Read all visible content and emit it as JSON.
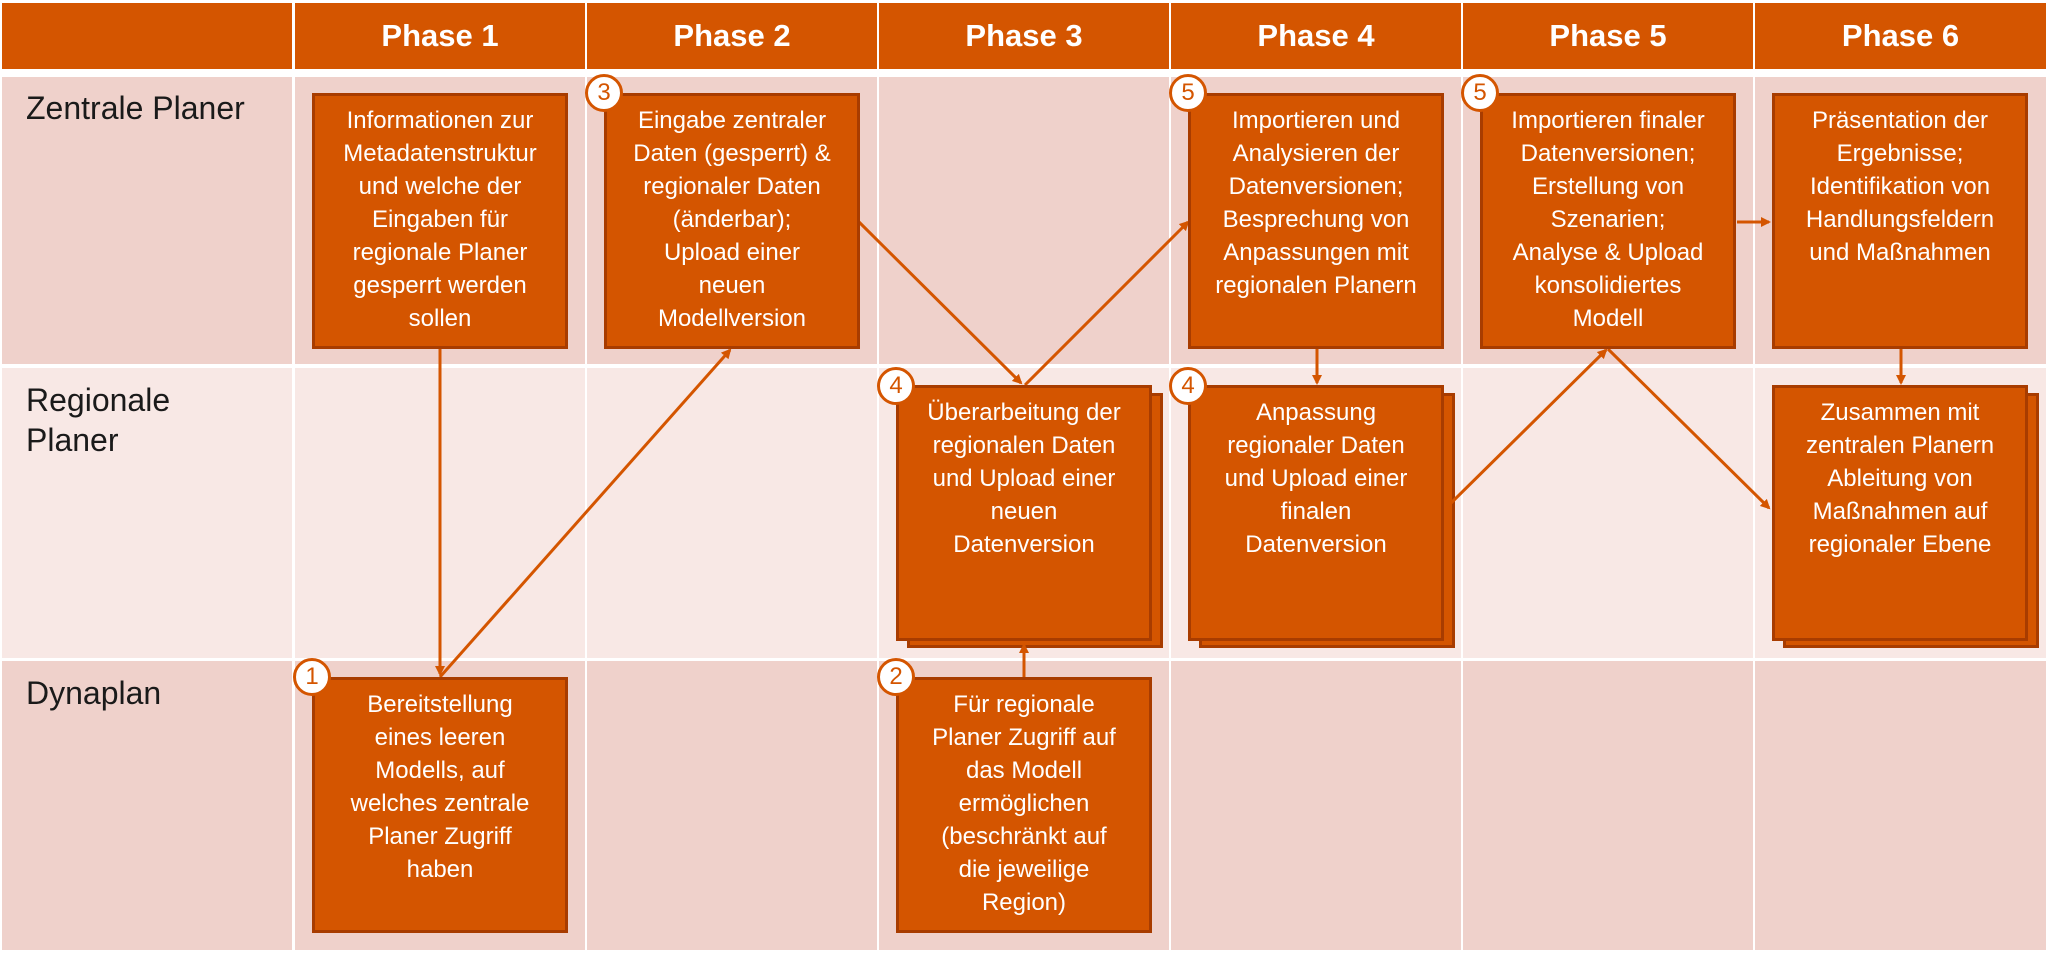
{
  "colors": {
    "accent": "#d45500",
    "lane_dark": "#efd1cb",
    "lane_light": "#f8e8e5"
  },
  "phases": [
    "Phase 1",
    "Phase 2",
    "Phase 3",
    "Phase 4",
    "Phase 5",
    "Phase 6"
  ],
  "lanes": [
    "Zentrale Planer",
    "Regionale\nPlaner",
    "Dynaplan"
  ],
  "steps": [
    {
      "id": "p1z",
      "badge": "",
      "text": "Informationen zur\nMetadatenstruktur\nund welche der\nEingaben für\nregionale Planer\ngesperrt werden\nsollen"
    },
    {
      "id": "p2z",
      "badge": "3",
      "text": "Eingabe zentraler\nDaten (gesperrt) &\nregionaler Daten\n(änderbar);\nUpload einer\nneuen\nModellversion"
    },
    {
      "id": "p4z",
      "badge": "5",
      "text": "Importieren und\nAnalysieren der\nDatenversionen;\nBesprechung von\nAnpassungen mit\nregionalen Planern"
    },
    {
      "id": "p5z",
      "badge": "5",
      "text": "Importieren finaler\nDatenversionen;\nErstellung von\nSzenarien;\nAnalyse & Upload\nkonsolidiertes\nModell"
    },
    {
      "id": "p6z",
      "badge": "",
      "text": "Präsentation der\nErgebnisse;\nIdentifikation von\nHandlungsfeldern\nund Maßnahmen"
    },
    {
      "id": "p3r",
      "badge": "4",
      "text": "Überarbeitung der\nregionalen Daten\nund Upload einer\nneuen\nDatenversion"
    },
    {
      "id": "p4r",
      "badge": "4",
      "text": "Anpassung\nregionaler Daten\nund Upload einer\nfinalen\nDatenversion"
    },
    {
      "id": "p6r",
      "badge": "",
      "text": "Zusammen mit\nzentralen Planern\nAbleitung von\nMaßnahmen auf\nregionaler Ebene"
    },
    {
      "id": "p1d",
      "badge": "1",
      "text": "Bereitstellung\neines leeren\nModells, auf\nwelches zentrale\nPlaner Zugriff\nhaben"
    },
    {
      "id": "p3d",
      "badge": "2",
      "text": "Für regionale\nPlaner Zugriff auf\ndas Modell\nermöglichen\n(beschränkt auf\ndie jeweilige\nRegion)"
    }
  ]
}
